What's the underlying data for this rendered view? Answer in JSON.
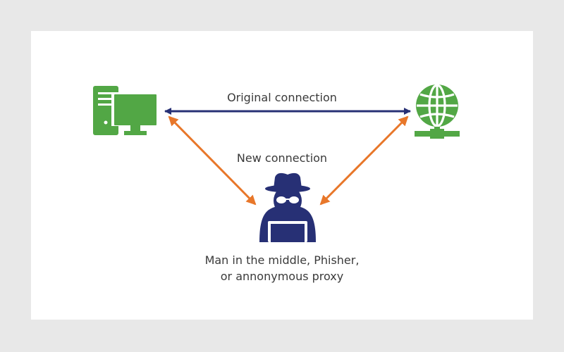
{
  "labels": {
    "original_connection": "Original connection",
    "new_connection": "New connection",
    "attacker_line1": "Man in the middle, Phisher,",
    "attacker_line2": "or annonymous proxy"
  },
  "nodes": {
    "client": {
      "icon": "computer-icon"
    },
    "server": {
      "icon": "globe-network-icon"
    },
    "attacker": {
      "icon": "hacker-icon"
    }
  },
  "colors": {
    "background": "#e8e8e8",
    "card": "#ffffff",
    "green": "#52a745",
    "navy": "#273075",
    "orange": "#e8772a",
    "text": "#3a3a3a"
  }
}
